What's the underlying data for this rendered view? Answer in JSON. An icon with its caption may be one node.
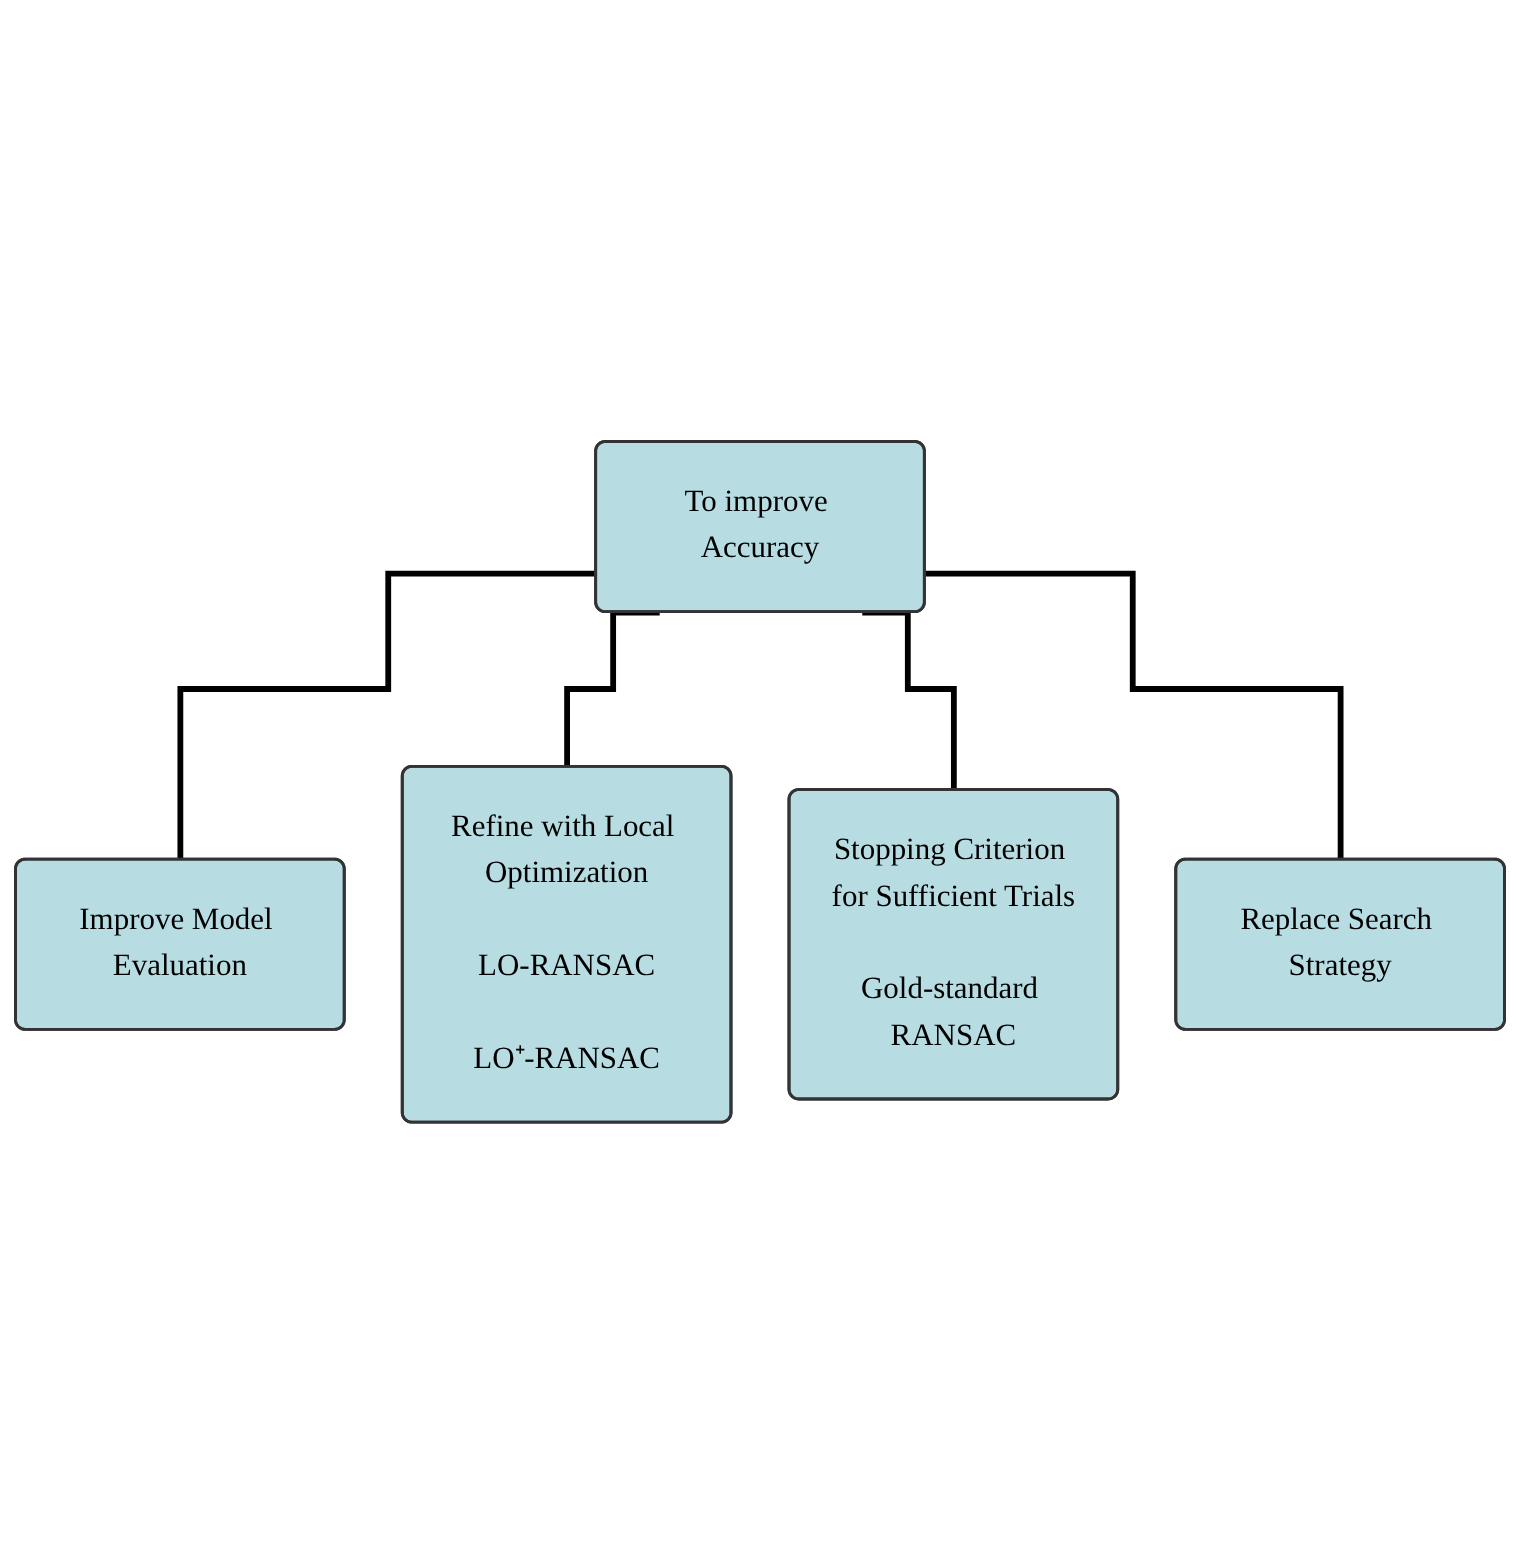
{
  "diagram": {
    "nodes": [
      {
        "text": [
          "To improve Accuracy"
        ]
      },
      {
        "text": [
          "Improve Model Evaluation"
        ]
      },
      {
        "text": [
          "Refine with Local Optimization",
          "LO-RANSAC",
          "LO⁺-RANSAC"
        ]
      },
      {
        "text": [
          "Stopping Criterion for Sufficient Trials",
          "Gold-standard RANSAC"
        ]
      },
      {
        "text": [
          "Replace Search Strategy"
        ]
      }
    ],
    "edges": [
      {
        "from": 0,
        "to": 1,
        "arrow": "none"
      },
      {
        "from": 0,
        "to": 2,
        "arrow": "none"
      },
      {
        "from": 0,
        "to": 3,
        "arrow": "none"
      },
      {
        "from": 0,
        "to": 4,
        "arrow": "none"
      }
    ]
  }
}
